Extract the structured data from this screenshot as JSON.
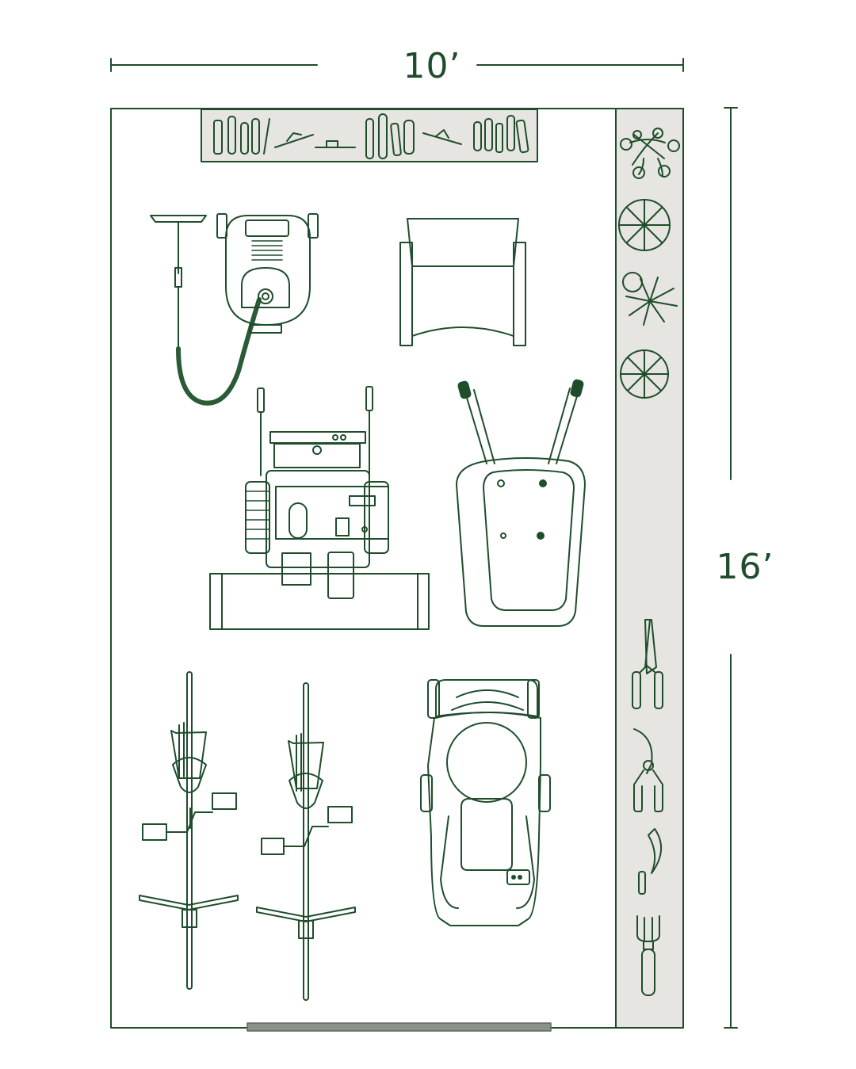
{
  "dimensions": {
    "width": "10’",
    "depth": "16’"
  },
  "colors": {
    "line": "#1f4d2b",
    "shelf_fill": "#e6e5e1",
    "door": "#8a9389",
    "hose": "#2a5a36",
    "background": "#ffffff"
  },
  "items": [
    "top-shelf-tools",
    "pressure-washer",
    "chair",
    "snow-blower",
    "wheelbarrow",
    "bicycle",
    "bicycle",
    "lawn-mower",
    "plant",
    "plant",
    "plant",
    "plant",
    "hedge-shears",
    "pruning-shears",
    "sickle",
    "hand-cultivator"
  ]
}
